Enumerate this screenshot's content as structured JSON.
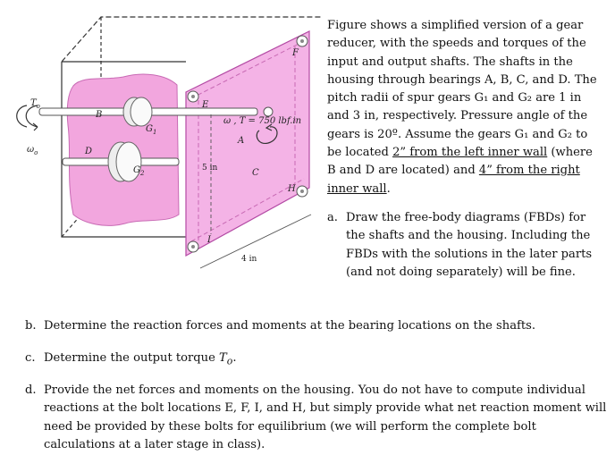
{
  "figure": {
    "labels": {
      "To": "T",
      "To_sub": "o",
      "omega_o": "ω",
      "omega_o_sub": "o",
      "B": "B",
      "G1": "G",
      "G1_sub": "1",
      "D": "D",
      "G2": "G",
      "G2_sub": "2",
      "E": "E",
      "F": "F",
      "A": "A",
      "C": "C",
      "H": "H",
      "I": "I",
      "input_torque": "ω , T  = 750 lbf.in",
      "dim_5in": "5 in",
      "dim_4in": "4 in"
    }
  },
  "intro": {
    "text_before_2in": "Figure shows a simplified version of a gear reducer, with the speeds and torques of the input and output shafts. The shafts in the housing through bearings A, B, C, and D. The pitch radii of spur gears G₁ and G₂ are 1 in and 3 in, respectively. Pressure angle of the gears is 20º. Assume the gears G₁ and G₂ to be located ",
    "underline_2in": "2” from the left inner wall",
    "text_middle": " (where B and D are located) and ",
    "underline_4in": "4” from the right inner wall",
    "text_end": "."
  },
  "items": {
    "a_marker": "a.",
    "a_text": "Draw the free-body diagrams (FBDs) for the shafts and the housing. Including the FBDs with the solutions in the later parts (and not doing separately) will be fine.",
    "b_marker": "b.",
    "b_text": "Determine the reaction forces and moments at the bearing locations on the shafts.",
    "c_marker": "c.",
    "c_text_before": "Determine the output torque ",
    "c_T": "T",
    "c_sub": "o",
    "c_text_after": ".",
    "d_marker": "d.",
    "d_text": "Provide the net forces and moments on the housing. You do not have to compute individual reactions at the bolt locations E, F, I, and H, but simply provide what net reaction moment will need be provided by these bolts for equilibrium (we will perform the complete bolt calculations at a later stage in class)."
  }
}
